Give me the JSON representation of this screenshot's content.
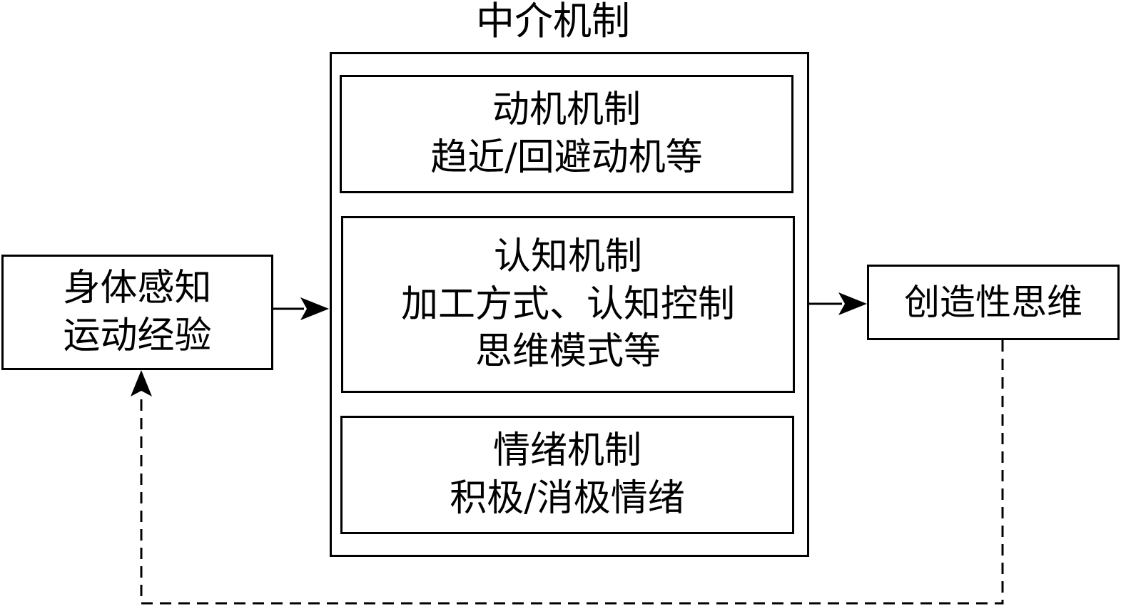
{
  "diagram": {
    "title": "中介机制",
    "input": {
      "line1": "身体感知",
      "line2": "运动经验"
    },
    "output": {
      "label": "创造性思维"
    },
    "mechanisms": {
      "motivation": {
        "title": "动机机制",
        "detail": "趋近/回避动机等"
      },
      "cognition": {
        "title": "认知机制",
        "detail1": "加工方式、认知控制",
        "detail2": "思维模式等"
      },
      "emotion": {
        "title": "情绪机制",
        "detail": "积极/消极情绪"
      }
    }
  }
}
